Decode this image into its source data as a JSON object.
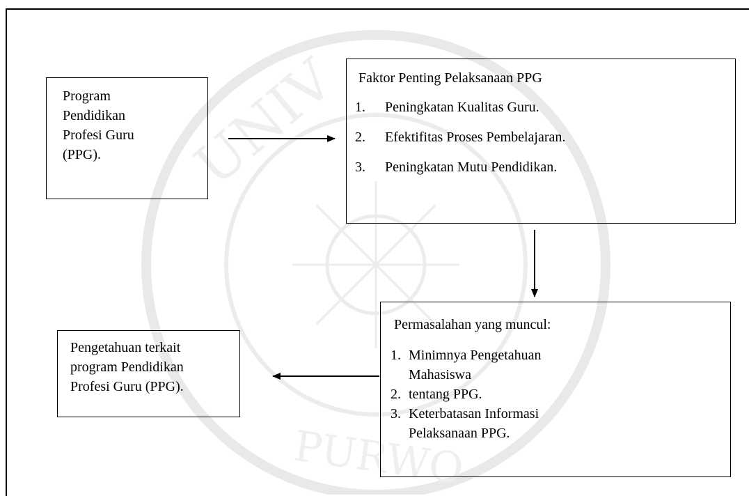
{
  "diagram": {
    "nodes": {
      "ppg_program": {
        "lines": [
          "Program",
          "Pendidikan",
          "Profesi Guru",
          "(PPG)."
        ]
      },
      "faktor": {
        "heading": "Faktor Penting Pelaksanaan PPG",
        "items": [
          {
            "num": "1.",
            "text": "Peningkatan Kualitas Guru."
          },
          {
            "num": "2.",
            "text": "Efektifitas Proses Pembelajaran."
          },
          {
            "num": "3.",
            "text": "Peningkatan Mutu Pendidikan."
          }
        ]
      },
      "permasalahan": {
        "heading": "Permasalahan yang muncul:",
        "items": [
          {
            "num": "1.",
            "text": "Minimnya Pengetahuan Mahasiswa"
          },
          {
            "num": "2.",
            "text": "tentang PPG."
          },
          {
            "num": "3.",
            "text": "Keterbatasan Informasi Pelaksanaan PPG."
          }
        ]
      },
      "pengetahuan": {
        "lines": [
          "Pengetahuan terkait",
          "program Pendidikan",
          "Profesi Guru (PPG)."
        ]
      }
    },
    "edges": [
      {
        "from": "ppg_program",
        "to": "faktor"
      },
      {
        "from": "faktor",
        "to": "permasalahan"
      },
      {
        "from": "permasalahan",
        "to": "pengetahuan"
      }
    ],
    "watermark_lettering": [
      "UNIVERSITAS",
      "PURWOKERTO"
    ]
  }
}
